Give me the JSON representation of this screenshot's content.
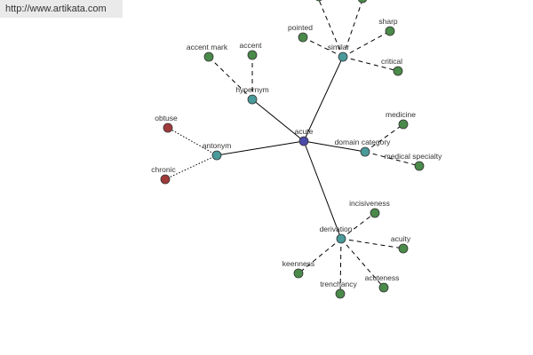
{
  "header": {
    "source_url": "http://www.artikata.com"
  },
  "graph": {
    "colors": {
      "center": "#4a4aa8",
      "relation": "#4a9a9a",
      "term": "#4a8a4a",
      "antonym_term": "#a03a3a"
    },
    "labels": {
      "center": "acute",
      "similar": "similar",
      "hypernym": "hypernym",
      "antonym": "antonym",
      "domain_category": "domain category",
      "derivation": "derivation",
      "pointed": "pointed",
      "sharp": "sharp",
      "critical": "critical",
      "accent_mark": "accent mark",
      "accent": "accent",
      "obtuse": "obtuse",
      "chronic": "chronic",
      "medicine": "medicine",
      "medical_specialty": "medical specialty",
      "incisiveness": "incisiveness",
      "acuity": "acuity",
      "keenness": "keenness",
      "trenchancy": "trenchancy",
      "acuteness": "acuteness"
    }
  }
}
